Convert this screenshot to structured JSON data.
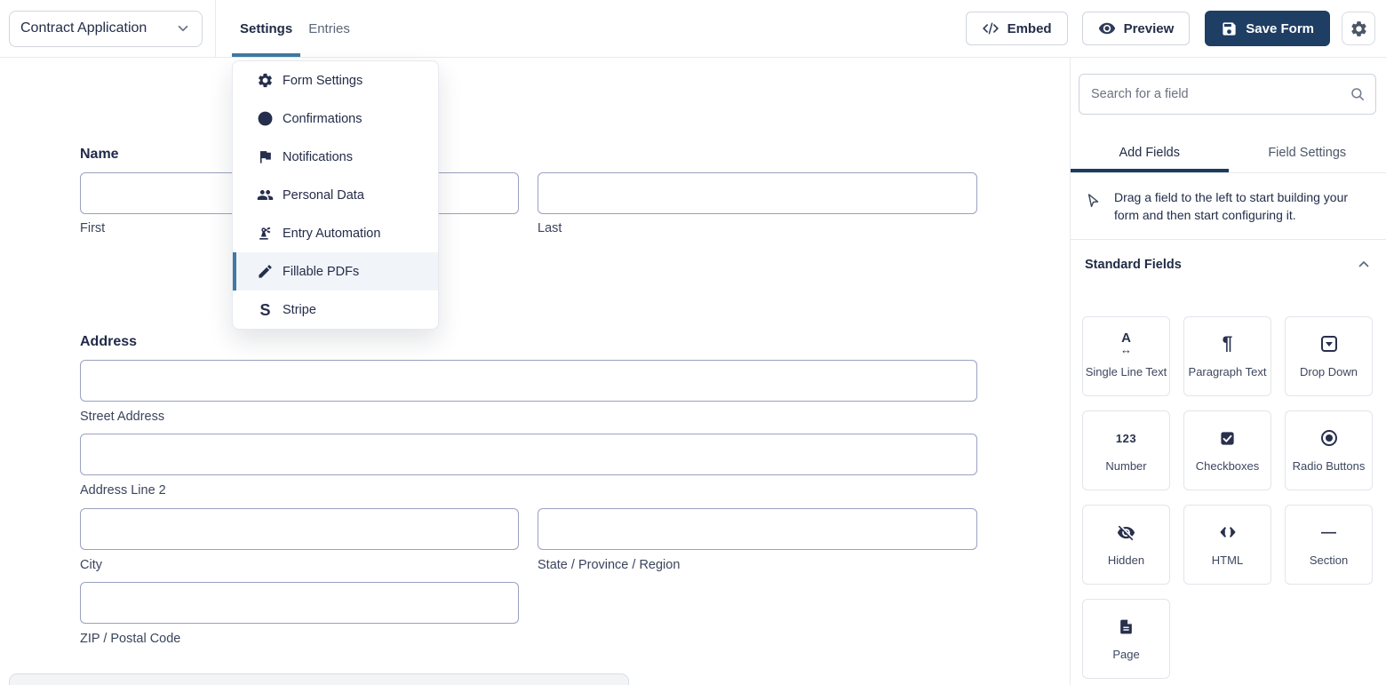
{
  "header": {
    "form_selector": {
      "value": "Contract Application",
      "icon": "chevron-down-icon"
    },
    "tabs": [
      {
        "label": "Settings",
        "active": true
      },
      {
        "label": "Entries",
        "active": false
      }
    ],
    "buttons": {
      "embed": {
        "label": "Embed",
        "icon": "code-icon"
      },
      "preview": {
        "label": "Preview",
        "icon": "eye-icon"
      },
      "save": {
        "label": "Save Form",
        "icon": "save-icon"
      },
      "settings": {
        "icon": "gear-icon"
      }
    }
  },
  "settings_menu": {
    "items": [
      {
        "label": "Form Settings",
        "icon": "gear-icon",
        "selected": false
      },
      {
        "label": "Confirmations",
        "icon": "check-circle-icon",
        "selected": false
      },
      {
        "label": "Notifications",
        "icon": "flag-icon",
        "selected": false
      },
      {
        "label": "Personal Data",
        "icon": "people-icon",
        "selected": false
      },
      {
        "label": "Entry Automation",
        "icon": "robot-arm-icon",
        "selected": false
      },
      {
        "label": "Fillable PDFs",
        "icon": "pen-icon",
        "selected": true
      },
      {
        "label": "Stripe",
        "icon": "stripe-icon",
        "selected": false
      }
    ]
  },
  "canvas": {
    "fields": [
      {
        "label": "Name",
        "sublabels": [
          "First",
          "Last"
        ]
      },
      {
        "label": "Address",
        "sublabels": [
          "Street Address",
          "Address Line 2",
          "City",
          "State / Province / Region",
          "ZIP / Postal Code"
        ]
      }
    ]
  },
  "sidebar": {
    "search_placeholder": "Search for a field",
    "search_icon": "search-icon",
    "tabs": [
      {
        "label": "Add Fields",
        "active": true
      },
      {
        "label": "Field Settings",
        "active": false
      }
    ],
    "instruction": "Drag a field to the left to start building your form and then start configuring it.",
    "instruction_icon": "cursor-icon",
    "section": {
      "title": "Standard Fields",
      "collapse_icon": "chevron-up-icon"
    },
    "standard_fields": [
      {
        "label": "Single Line Text",
        "icon": "single-line-text-icon"
      },
      {
        "label": "Paragraph Text",
        "icon": "paragraph-icon"
      },
      {
        "label": "Drop Down",
        "icon": "dropdown-icon"
      },
      {
        "label": "Number",
        "icon": "number-icon"
      },
      {
        "label": "Checkboxes",
        "icon": "checkbox-icon"
      },
      {
        "label": "Radio Buttons",
        "icon": "radio-icon"
      },
      {
        "label": "Hidden",
        "icon": "eye-off-icon"
      },
      {
        "label": "HTML",
        "icon": "code-icon"
      },
      {
        "label": "Section",
        "icon": "minus-icon"
      },
      {
        "label": "Page",
        "icon": "page-icon"
      }
    ]
  },
  "icon_glyphs": {
    "stripe": "S",
    "number": "123",
    "paragraph": "¶",
    "section": "—",
    "letter_a": "A",
    "width_arrow": "↔"
  },
  "colors": {
    "accent_teal_blue": "#4079a3",
    "primary_navy": "#1e3e63",
    "ink_navy": "#28304d",
    "active_tab_underline": "#1d3a5f",
    "menu_selected_bg": "#f1f5f9"
  }
}
